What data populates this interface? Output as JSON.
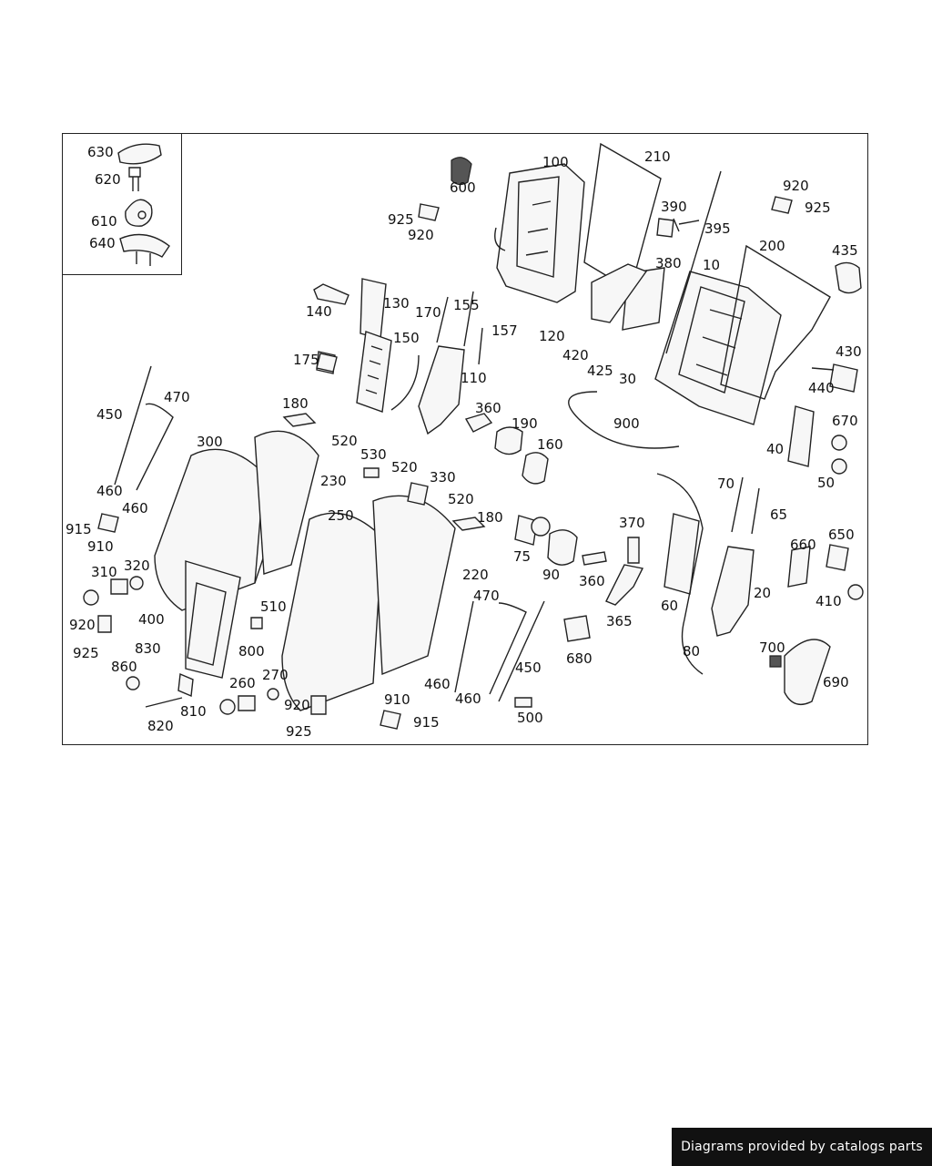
{
  "labels": [
    "630",
    "620",
    "610",
    "640",
    "600",
    "100",
    "210",
    "925",
    "920",
    "390",
    "395",
    "920",
    "925",
    "200",
    "435",
    "10",
    "380",
    "140",
    "130",
    "155",
    "170",
    "157",
    "150",
    "120",
    "420",
    "425",
    "30",
    "430",
    "440",
    "175",
    "110",
    "360",
    "190",
    "160",
    "900",
    "670",
    "40",
    "50",
    "180",
    "520",
    "530",
    "520",
    "330",
    "520",
    "180",
    "300",
    "230",
    "450",
    "470",
    "460",
    "460",
    "915",
    "910",
    "310",
    "320",
    "920",
    "400",
    "925",
    "510",
    "800",
    "830",
    "860",
    "810",
    "820",
    "260",
    "270",
    "250",
    "220",
    "920",
    "925",
    "910",
    "915",
    "75",
    "90",
    "360",
    "370",
    "365",
    "70",
    "65",
    "660",
    "650",
    "60",
    "20",
    "410",
    "680",
    "470",
    "450",
    "460",
    "460",
    "500",
    "80",
    "700",
    "690"
  ],
  "footer": {
    "text": "Diagrams provided by catalogs parts"
  }
}
